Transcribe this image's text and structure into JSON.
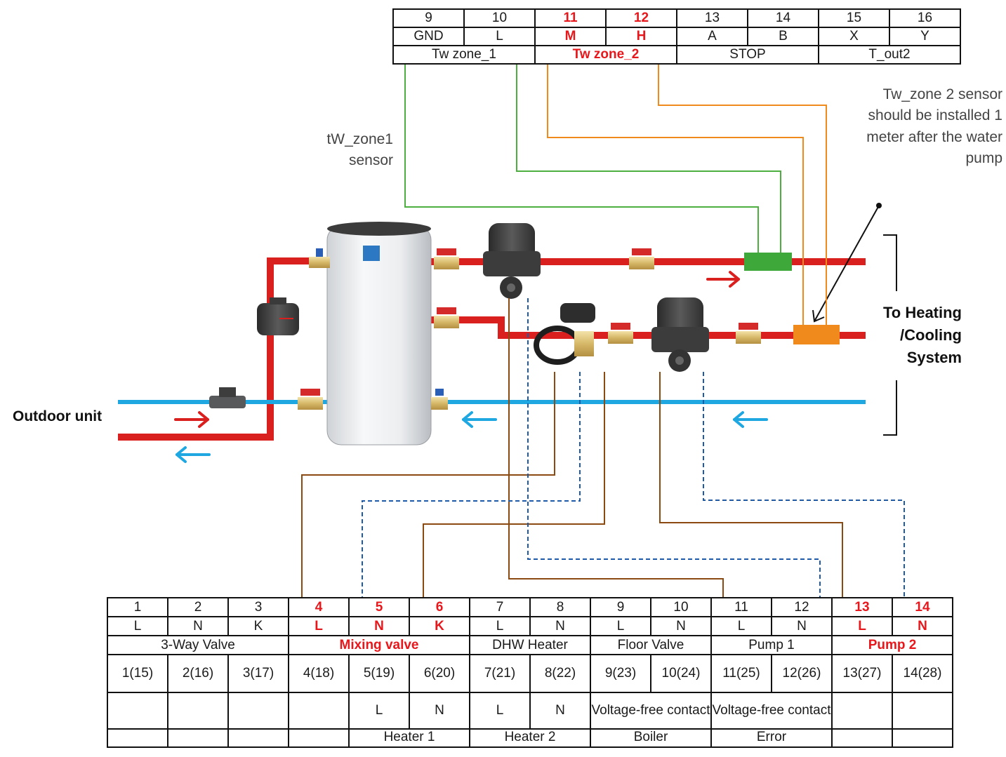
{
  "top_terminal": {
    "numbers": [
      "9",
      "10",
      "11",
      "12",
      "13",
      "14",
      "15",
      "16"
    ],
    "letters": [
      "GND",
      "L",
      "M",
      "H",
      "A",
      "B",
      "X",
      "Y"
    ],
    "groups": [
      "Tw zone_1",
      "Tw zone_2",
      "STOP",
      "T_out2"
    ]
  },
  "labels": {
    "sensor1": "tW_zone1 sensor",
    "sensor2_note": "Tw_zone 2 sensor should be installed 1 meter after the water pump",
    "outdoor_unit": "Outdoor unit",
    "to_heating": "To Heating /Cooling System"
  },
  "bottom_terminal": {
    "numbers": [
      "1",
      "2",
      "3",
      "4",
      "5",
      "6",
      "7",
      "8",
      "9",
      "10",
      "11",
      "12",
      "13",
      "14"
    ],
    "letters": [
      "L",
      "N",
      "K",
      "L",
      "N",
      "K",
      "L",
      "N",
      "L",
      "N",
      "L",
      "N",
      "L",
      "N"
    ],
    "functions": [
      "3-Way Valve",
      "Mixing valve",
      "DHW Heater",
      "Floor Valve",
      "Pump 1",
      "Pump 2"
    ],
    "alt_numbers": [
      "1(15)",
      "2(16)",
      "3(17)",
      "4(18)",
      "5(19)",
      "6(20)",
      "7(21)",
      "8(22)",
      "9(23)",
      "10(24)",
      "11(25)",
      "12(26)",
      "13(27)",
      "14(28)"
    ],
    "alt_letters": [
      "L",
      "N",
      "L",
      "N"
    ],
    "voltage_free": [
      "Voltage-free contact",
      "Voltage-free contact"
    ],
    "aux": [
      "Heater 1",
      "Heater 2",
      "Boiler",
      "Error"
    ]
  },
  "colors": {
    "hot_pipe": "#d9201f",
    "cold_pipe": "#1ea7e1",
    "zone1_wire": "#4caf3f",
    "zone2_wire": "#f08a1c",
    "power_wire": "#8b4a12",
    "neutral_wire": "#1f5aa8",
    "highlight_text": "#e8171b"
  }
}
